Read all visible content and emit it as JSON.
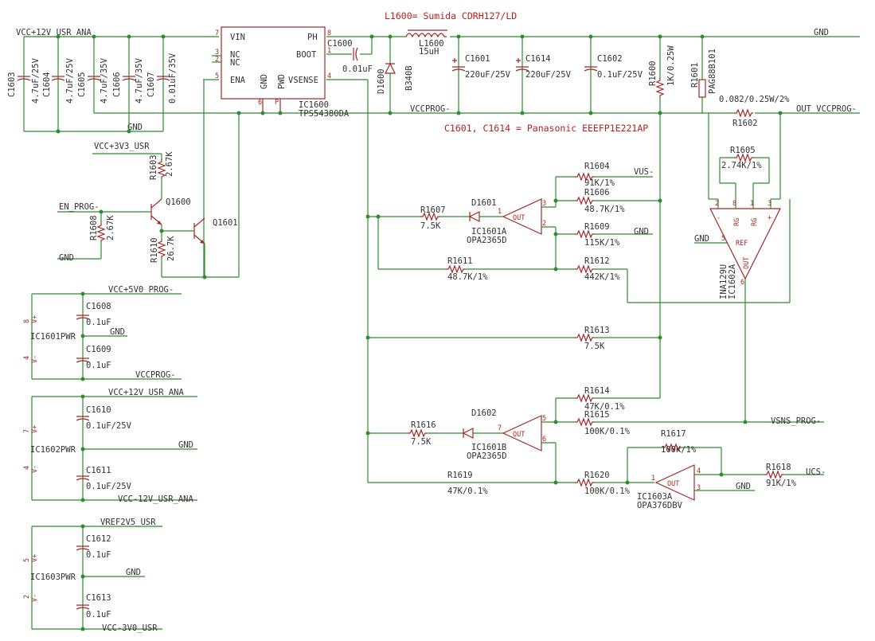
{
  "notes": {
    "inductor_note": "L1600= Sumida CDRH127/LD",
    "cap_note": "C1601, C1614 = Panasonic EEEFP1E221AP"
  },
  "nets": {
    "vcc12_top": "VCC+12V_USR_ANA",
    "gnd_top": "GND",
    "gnd_left": "GND",
    "vccprog_mid": "VCCPROG-",
    "out_vccprog": "OUT_VCCPROG-",
    "vcc3v3": "VCC+3V3_USR",
    "en_prog": "EN_PROG-",
    "gnd_en": "GND",
    "vus": "VUS-",
    "gnd_r1609": "GND",
    "gnd_ina": "GND",
    "vsns_prog": "VSNS_PROG-",
    "ucs": "UCS-",
    "gnd_ic1603": "GND",
    "pwr1_top": "VCC+5V0_PROG-",
    "pwr1_gnd": "GND",
    "pwr1_bot": "VCCPROG-",
    "pwr2_top": "VCC+12V_USR_ANA",
    "pwr2_gnd": "GND",
    "pwr2_bot": "VCC-12V_USR_ANA",
    "pwr3_top": "VREF2V5_USR",
    "pwr3_gnd": "GND",
    "pwr3_bot": "VCC-3V0_USR"
  },
  "ic1600": {
    "name": "IC1600",
    "part": "TPS54380DA",
    "pins": {
      "vin": "VIN",
      "nc1": "NC",
      "nc2": "NC",
      "ena": "ENA",
      "gnd": "GND",
      "pwd": "PWD",
      "usense": "VSENSE",
      "ph": "PH",
      "boot": "BOOT"
    },
    "pin_numbers": [
      "7",
      "3",
      "2",
      "5",
      "6",
      "P",
      "4",
      "8",
      "1"
    ]
  },
  "components": {
    "C1603": {
      "name": "C1603",
      "value": "4.7uF/25V"
    },
    "C1604": {
      "name": "C1604",
      "value": "4.7uF/25V"
    },
    "C1605": {
      "name": "C1605",
      "value": "4.7uF/35V"
    },
    "C1606": {
      "name": "C1606",
      "value": "4.7uF/35V"
    },
    "C1607": {
      "name": "C1607",
      "value": "0.01uF/35V"
    },
    "C1600": {
      "name": "C1600",
      "value": "0.01uF"
    },
    "L1600": {
      "name": "L1600",
      "value": "15uH"
    },
    "D1600": {
      "name": "D1600",
      "value": "B340B"
    },
    "C1601": {
      "name": "C1601",
      "value": "220uF/25V"
    },
    "C1614": {
      "name": "C1614",
      "value": "220uF/25V"
    },
    "C1602": {
      "name": "C1602",
      "value": "0.1uF/25V"
    },
    "R1600": {
      "name": "R1600",
      "value": "1K/0.25W"
    },
    "R1601": {
      "name": "R1601",
      "value": "PAG88B101"
    },
    "R1602": {
      "name": "R1602",
      "value": "0.082/0.25W/2%"
    },
    "R1603": {
      "name": "R1603",
      "value": "2.67K"
    },
    "Q1600": {
      "name": "Q1600"
    },
    "Q1601": {
      "name": "Q1601"
    },
    "R1608": {
      "name": "R1608",
      "value": "2.67K"
    },
    "R1610": {
      "name": "R1610",
      "value": "26.7K"
    },
    "R1604": {
      "name": "R1604",
      "value": "91K/1%"
    },
    "R1606": {
      "name": "R1606",
      "value": "48.7K/1%"
    },
    "R1607": {
      "name": "R1607",
      "value": "7.5K"
    },
    "D1601": {
      "name": "D1601"
    },
    "IC1601A": {
      "name": "IC1601A",
      "part": "OPA2365D"
    },
    "R1609": {
      "name": "R1609",
      "value": "115K/1%"
    },
    "R1611": {
      "name": "R1611",
      "value": "48.7K/1%"
    },
    "R1612": {
      "name": "R1612",
      "value": "442K/1%"
    },
    "R1605": {
      "name": "R1605",
      "value": "2.74K/1%"
    },
    "IC1602A": {
      "name": "IC1602A",
      "part": "INA129U"
    },
    "R1613": {
      "name": "R1613",
      "value": "7.5K"
    },
    "R1614": {
      "name": "R1614",
      "value": "47K/0.1%"
    },
    "R1615": {
      "name": "R1615",
      "value": "100K/0.1%"
    },
    "R1616": {
      "name": "R1616",
      "value": "7.5K"
    },
    "D1602": {
      "name": "D1602"
    },
    "IC1601B": {
      "name": "IC1601B",
      "part": "OPA2365D"
    },
    "R1617": {
      "name": "R1617",
      "value": "100K/1%"
    },
    "R1618": {
      "name": "R1618",
      "value": "91K/1%"
    },
    "R1619": {
      "name": "R1619",
      "value": "47K/0.1%"
    },
    "R1620": {
      "name": "R1620",
      "value": "100K/0.1%"
    },
    "IC1603A": {
      "name": "IC1603A",
      "part": "OPA376DBV"
    },
    "C1608": {
      "name": "C1608",
      "value": "0.1uF"
    },
    "C1609": {
      "name": "C1609",
      "value": "0.1uF"
    },
    "IC1601PWR": {
      "name": "IC1601PWR"
    },
    "C1610": {
      "name": "C1610",
      "value": "0.1uF/25V"
    },
    "C1611": {
      "name": "C1611",
      "value": "0.1uF/25V"
    },
    "IC1602PWR": {
      "name": "IC1602PWR"
    },
    "C1612": {
      "name": "C1612",
      "value": "0.1uF"
    },
    "C1613": {
      "name": "C1613",
      "value": "0.1uF"
    },
    "IC1603PWR": {
      "name": "IC1603PWR"
    }
  },
  "opamp_labels": {
    "out": "OUT",
    "rg": "RG",
    "ref": "REF",
    "vplus": "V+",
    "vminus": "V-"
  },
  "pin_labels": {
    "ic1601a_out": "1",
    "ic1601a_p1": "3",
    "ic1601a_p2": "2",
    "ic1601b_out": "7",
    "ic1601b_p1": "5",
    "ic1601b_p2": "6",
    "ic1603a_out": "1",
    "ic1603a_p1": "4",
    "ic1603a_p2": "3",
    "ina_2": "2",
    "ina_8": "8",
    "ina_1": "1",
    "ina_3": "3",
    "ina_5": "5",
    "ina_6": "6",
    "pwr1_a": "8",
    "pwr1_b": "4",
    "pwr2_a": "7",
    "pwr2_b": "4",
    "pwr3_a": "5",
    "pwr3_b": "2",
    "ina_minus": "-",
    "ina_plus": "+"
  }
}
